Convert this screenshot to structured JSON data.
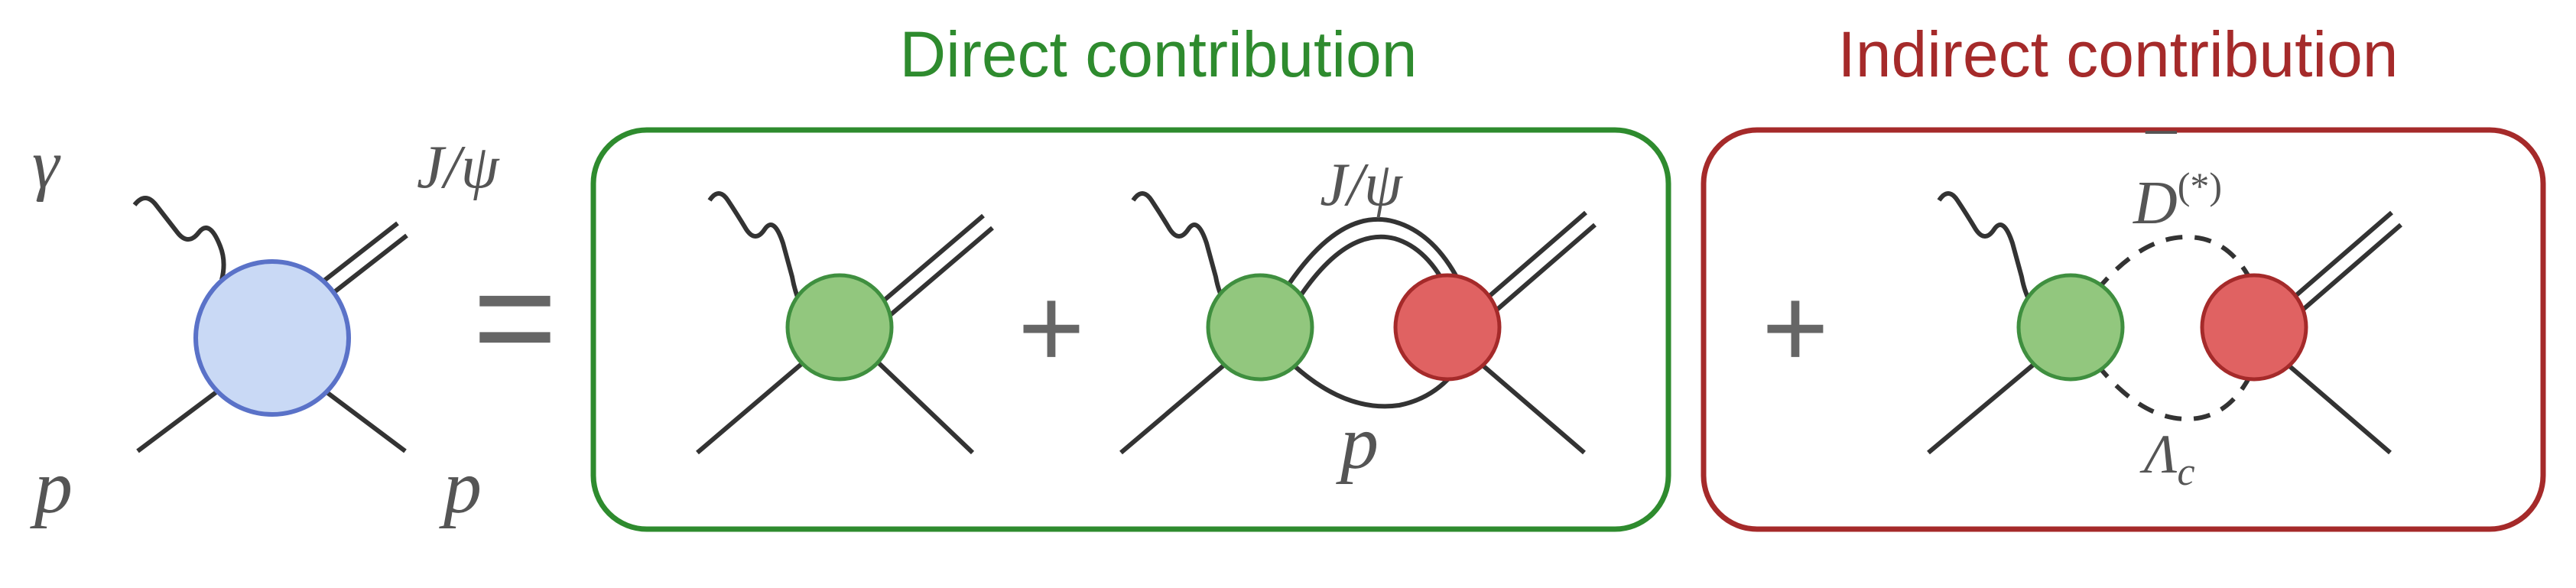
{
  "colors": {
    "direct": "#2e8b2e",
    "indirect": "#a52a2a",
    "full_vertex_fill": "#c9d9f5",
    "full_vertex_stroke": "#5a72c8",
    "green_vertex_fill": "#92c77e",
    "green_vertex_stroke": "#3f8f3f",
    "red_vertex_fill": "#e06262",
    "red_vertex_stroke": "#a52a2a",
    "line": "#333333",
    "label": "#555555"
  },
  "lhs": {
    "photon": "γ",
    "jpsi": "J/ψ",
    "proton_in": "p",
    "proton_out": "p"
  },
  "operators": {
    "equals": "=",
    "plus_1": "+",
    "plus_2": "+"
  },
  "direct": {
    "title": "Direct contribution",
    "loop_top": "J/ψ",
    "loop_bottom": "p"
  },
  "indirect": {
    "title": "Indirect contribution",
    "loop_top_base": "D",
    "loop_top_bar": "¯",
    "loop_top_sup": "(*)",
    "loop_bottom_base": "Λ",
    "loop_bottom_sub": "c"
  }
}
